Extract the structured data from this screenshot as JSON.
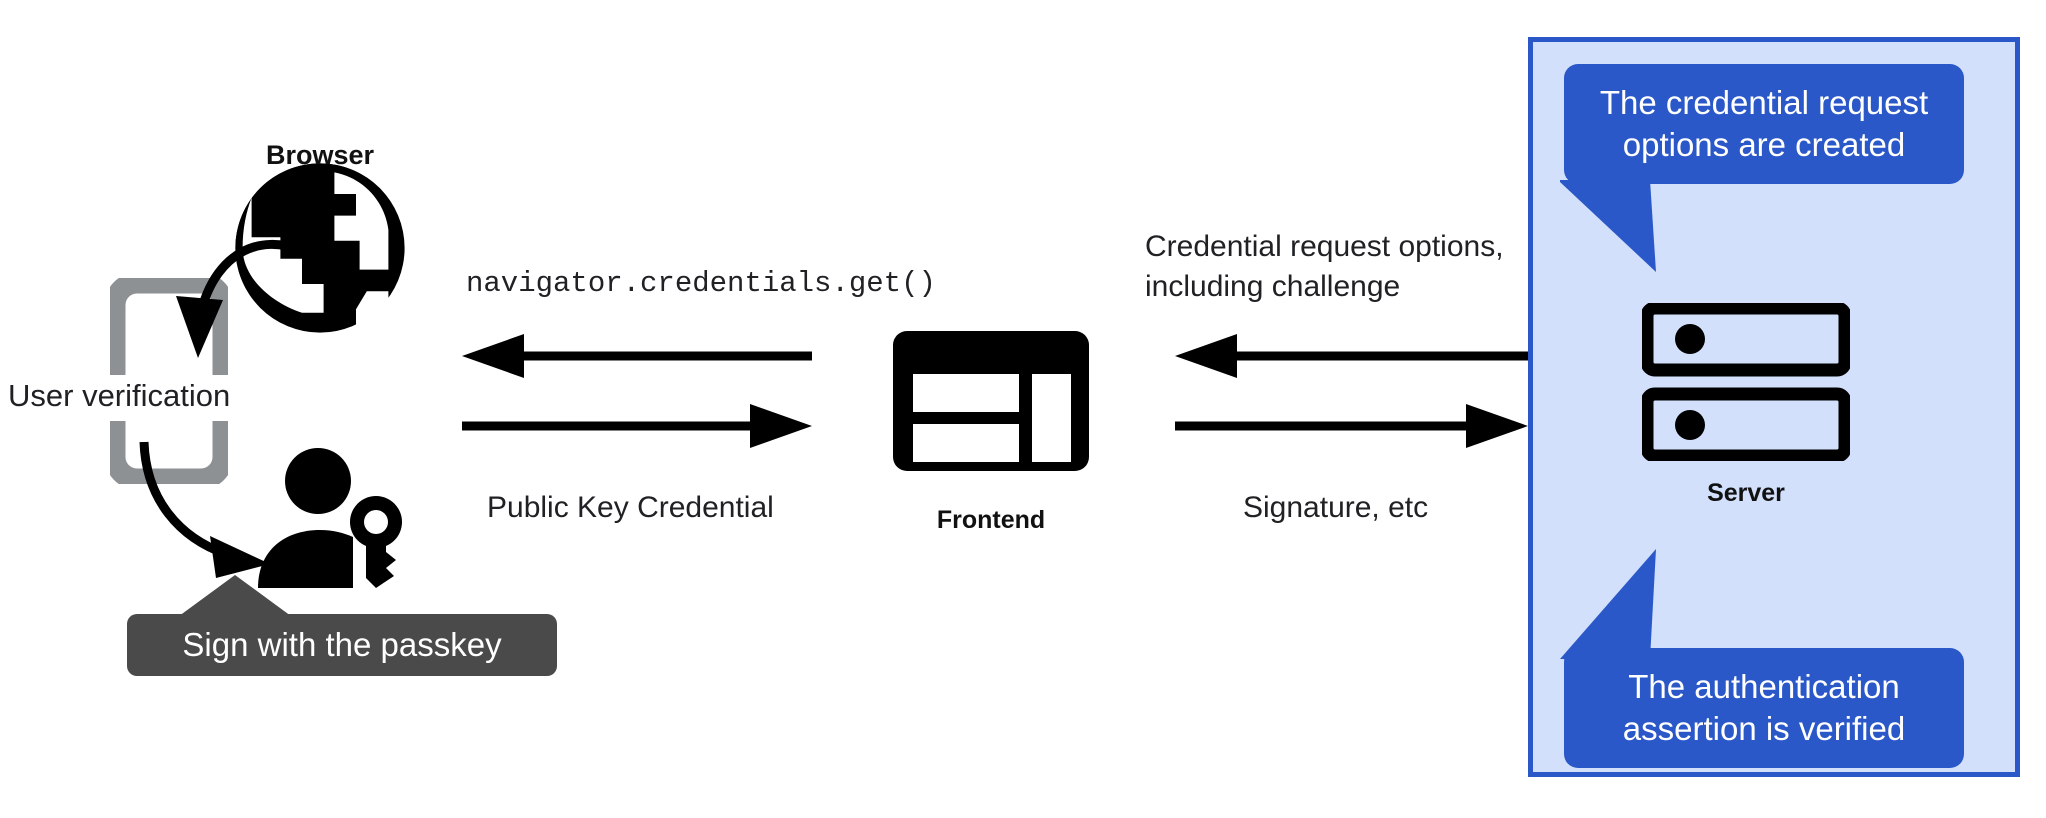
{
  "diagram": {
    "title": "WebAuthn passkey authentication flow",
    "colors": {
      "panel_fill": "#d2e0fb",
      "panel_border": "#2b58c8",
      "callout_blue": "#2b58c8",
      "tooltip_gray": "#4a4a4a",
      "device_gray": "#8e9194",
      "ink_black": "#000000",
      "text_dark": "#202124"
    }
  },
  "client": {
    "browser_label": "Browser",
    "browser_icon": "globe-icon",
    "device_icon": "smartphone-icon",
    "user_icon": "person-with-key-icon",
    "user_verification_label": "User verification",
    "passkey_tooltip": "Sign with the passkey"
  },
  "frontend": {
    "label": "Frontend",
    "icon": "web-layout-icon"
  },
  "server": {
    "label": "Server",
    "icon": "server-rack-icon",
    "callout_top": "The credential request\noptions are created",
    "callout_bottom": "The authentication\nassertion is verified"
  },
  "arrows": {
    "browser_to_frontend_top_label": "navigator.credentials.get()",
    "browser_to_frontend_bottom_label": "Public Key Credential",
    "frontend_to_server_top_label": "Credential request options,\nincluding challenge",
    "frontend_to_server_bottom_label": "Signature, etc",
    "top_left_direction": "left",
    "bottom_left_direction": "right",
    "top_right_direction": "left",
    "bottom_right_direction": "right"
  }
}
